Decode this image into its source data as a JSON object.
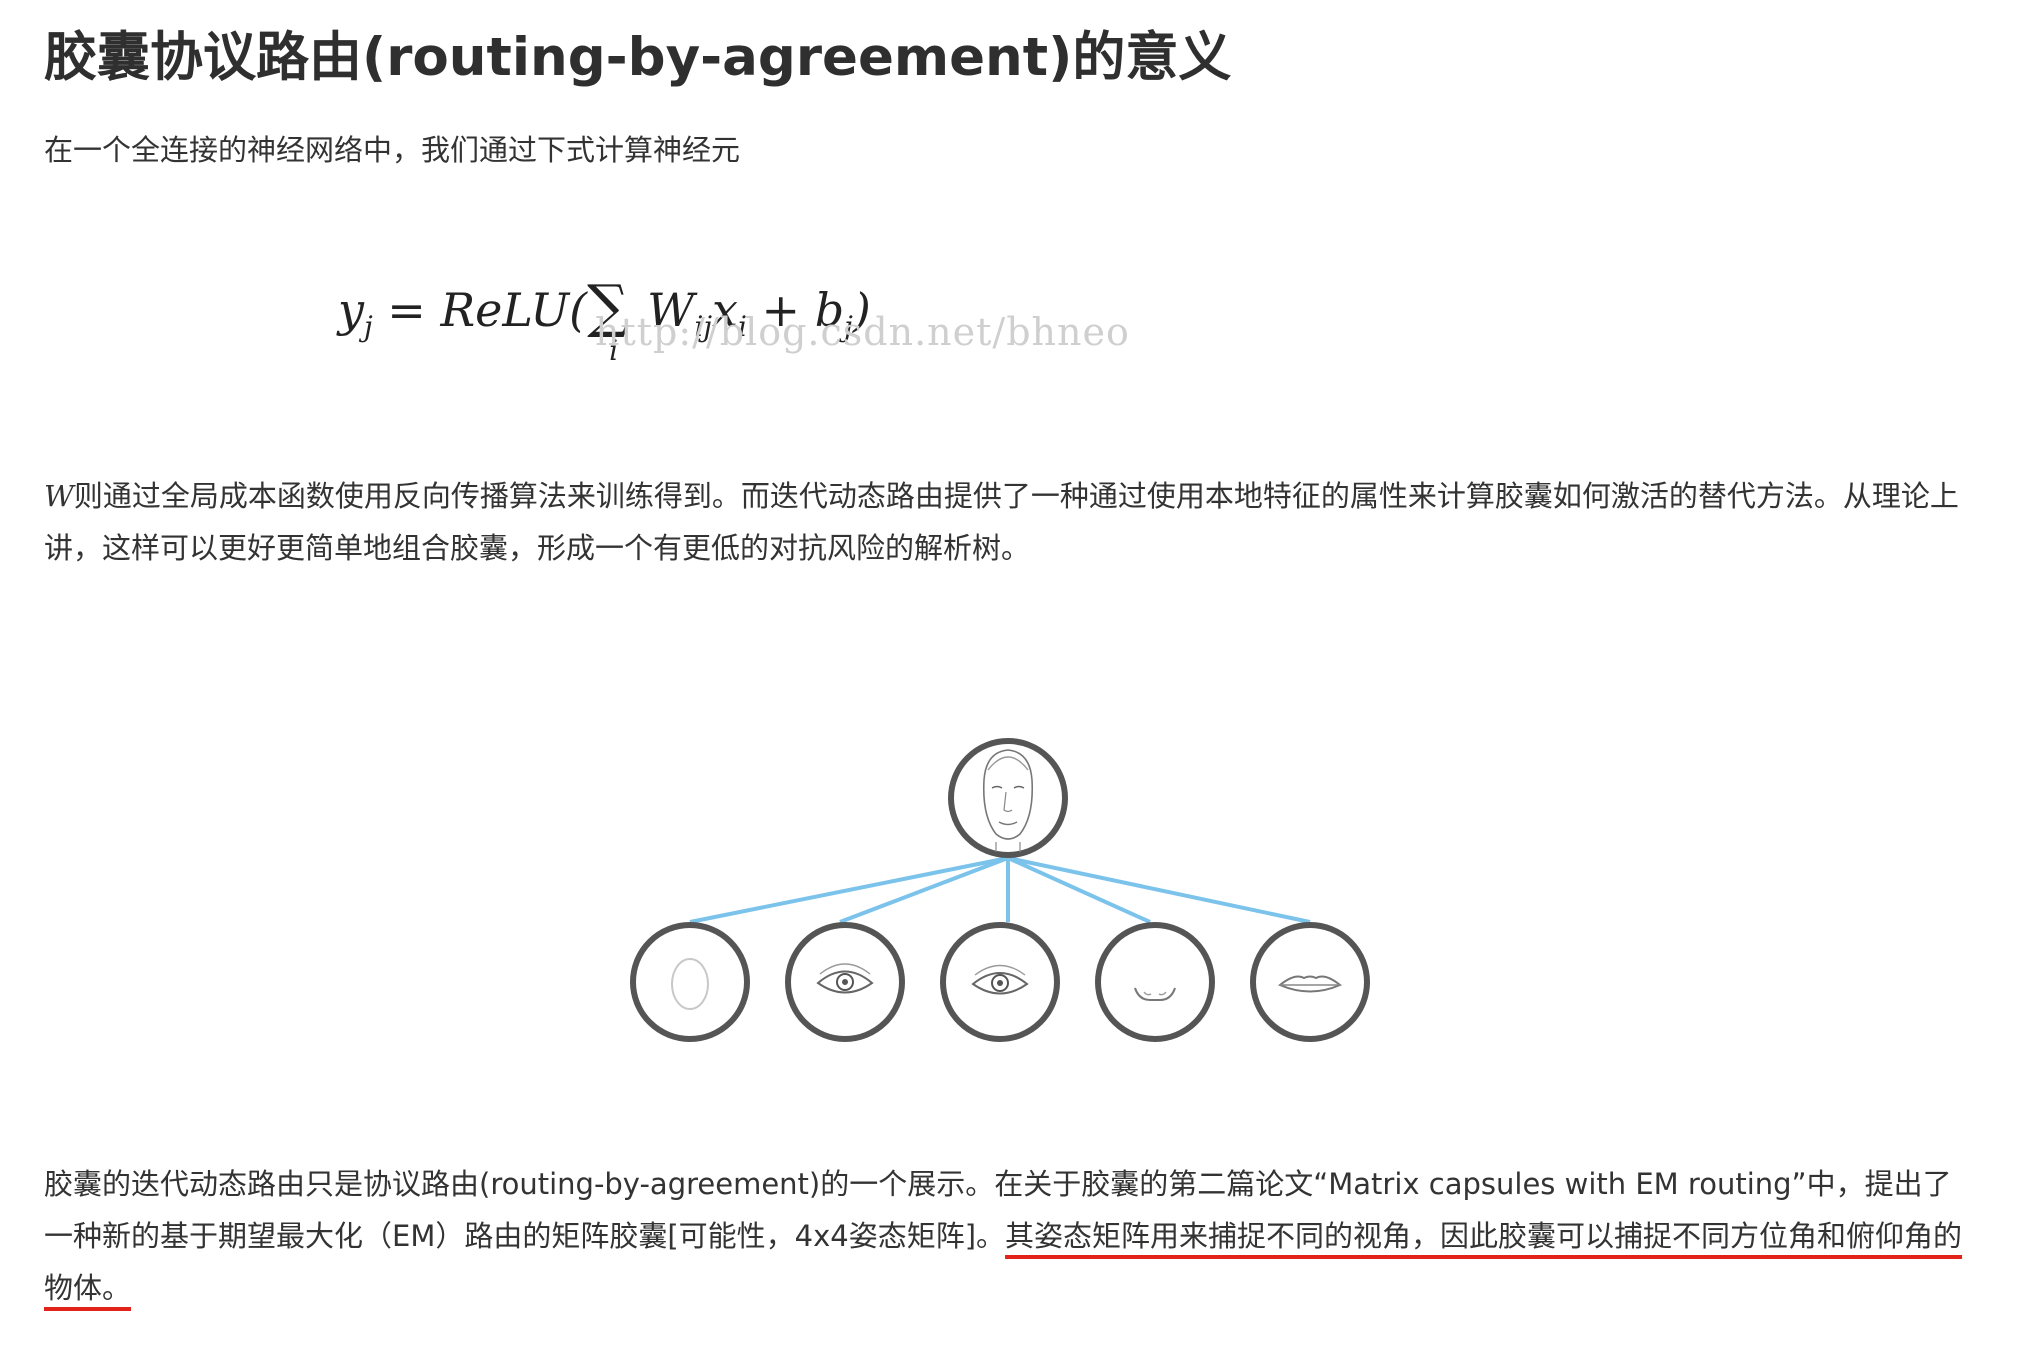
{
  "title": "胶囊协议路由(routing-by-agreement)的意义",
  "para1": "在一个全连接的神经网络中，我们通过下式计算神经元",
  "formula": {
    "lhs": "y",
    "lhs_sub": "j",
    "eq": " = ReLU(",
    "sigma": "∑",
    "sum_index": "i",
    "w": "W",
    "w_sub": "ij",
    "x": "x",
    "x_sub": "i",
    "plus": " + b",
    "b_sub": "j",
    "close": ")"
  },
  "watermark": "http://blog.csdn.net/bhneo",
  "para2": {
    "w": "W",
    "text": "则通过全局成本函数使用反向传播算法来训练得到。而迭代动态路由提供了一种通过使用本地特征的属性来计算胶囊如何激活的替代方法。从理论上讲，这样可以更好更简单地组合胶囊，形成一个有更低的对抗风险的解析树。"
  },
  "para3": {
    "text": "胶囊的迭代动态路由只是协议路由(routing-by-agreement)的一个展示。在关于胶囊的第二篇论文“Matrix capsules with EM routing”中，提出了一种新的基于期望最大化（EM）路由的矩阵胶囊[可能性，4x4姿态矩阵]。",
    "highlighted": "其姿态矩阵用来捕捉不同的视角，因此胶囊可以捕捉不同方位角和俯仰角的物体。"
  },
  "diagram": {
    "root_icon": "face-icon",
    "children": [
      "face-outline-icon",
      "eye-icon",
      "eye-icon",
      "nose-icon",
      "mouth-icon"
    ]
  },
  "colors": {
    "text": "#333333",
    "underline": "#e2231a",
    "connector": "#7cc3ec",
    "node_border": "#555555"
  }
}
